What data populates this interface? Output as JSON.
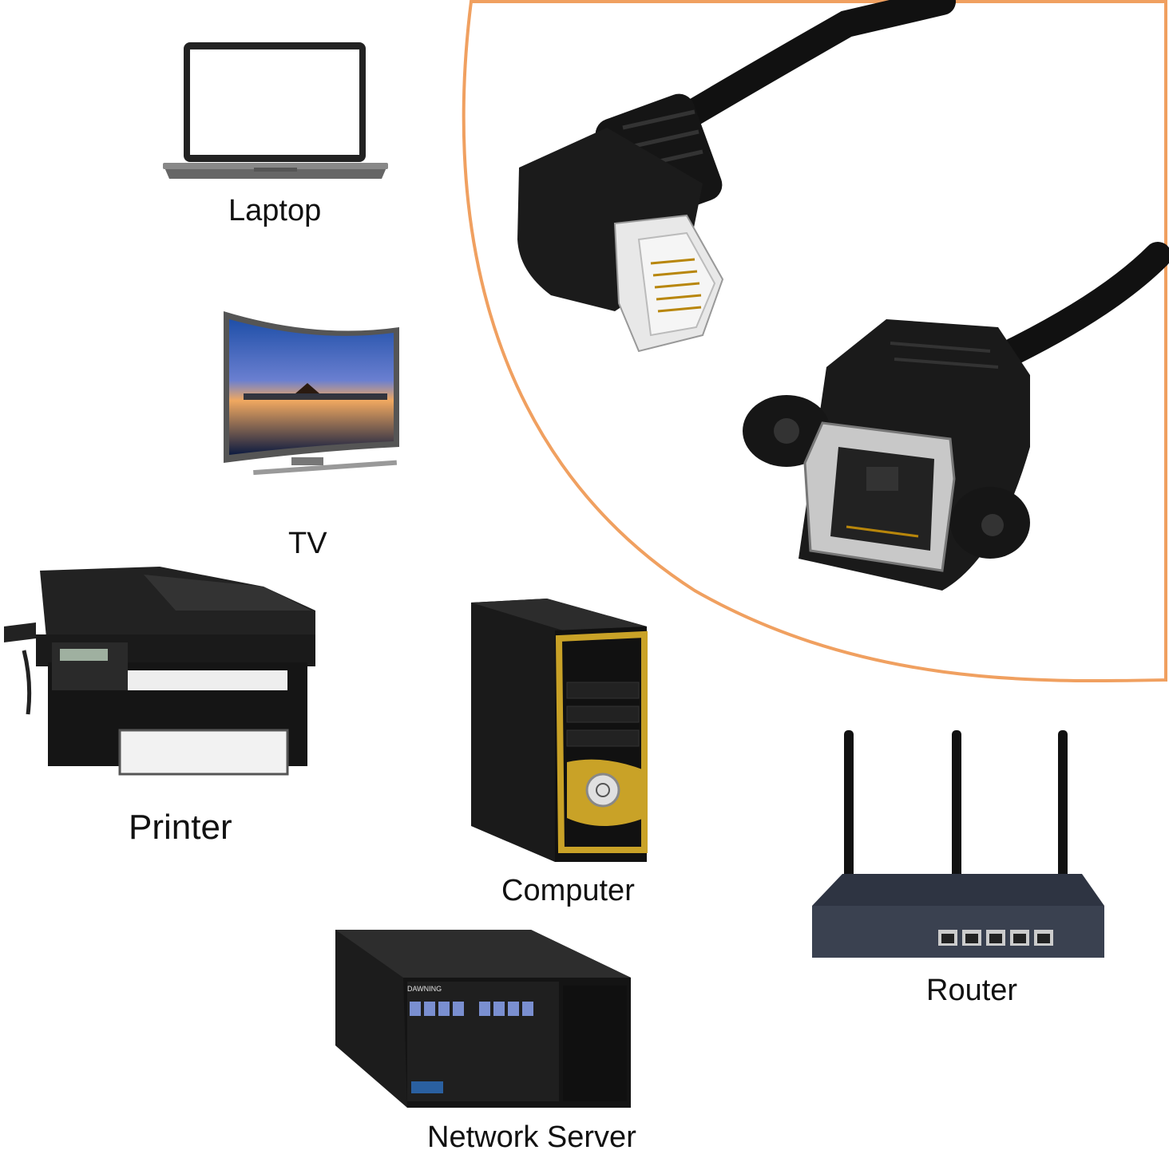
{
  "devices": {
    "laptop": {
      "label": "Laptop",
      "icon": "laptop-icon"
    },
    "tv": {
      "label": "TV",
      "icon": "tv-icon"
    },
    "printer": {
      "label": "Printer",
      "icon": "printer-icon"
    },
    "computer": {
      "label": "Computer",
      "icon": "computer-tower-icon"
    },
    "router": {
      "label": "Router",
      "icon": "router-icon"
    },
    "server": {
      "label": "Network Server",
      "icon": "server-icon",
      "brand_text": "DAWNING"
    }
  },
  "product": {
    "icon": "rj45-panel-mount-cable-icon"
  },
  "colors": {
    "accent_border": "#F0A060",
    "text": "#111111",
    "device_body": "#1A1A1A",
    "computer_trim": "#C9A227"
  }
}
